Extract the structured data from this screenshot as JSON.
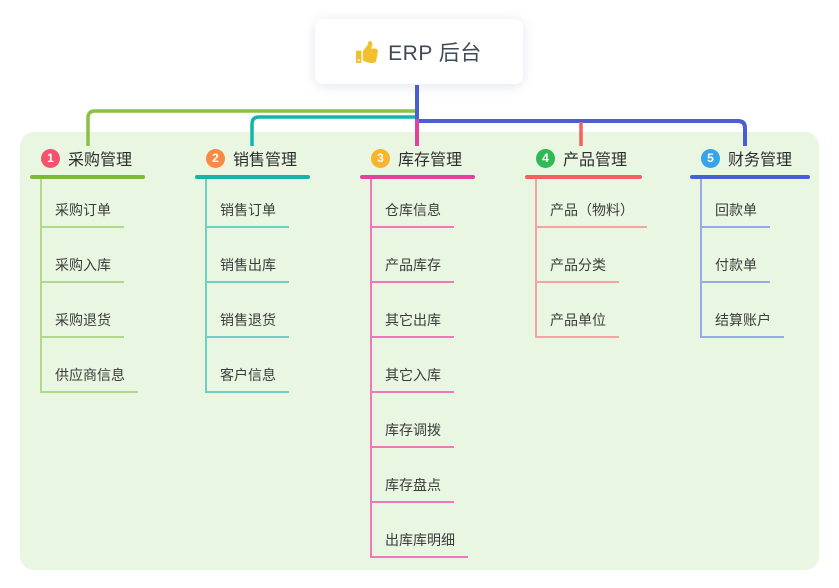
{
  "root": {
    "title": "ERP 后台",
    "icon": "thumbs-up-icon"
  },
  "canvas": {
    "background": "#ffffff",
    "panel_color": "#e9f6e1"
  },
  "colors": {
    "root_connector": "#4a5ed6",
    "root_text": "#3e4a57",
    "thumb_gold": "#f2c02e"
  },
  "branches": [
    {
      "badge": "1",
      "label": "采购管理",
      "badge_color": "#f4536e",
      "line_color": "#7cb93c",
      "connector_color": "#89c140",
      "sub_line_color": "#b2d98b",
      "items": [
        "采购订单",
        "采购入库",
        "采购退货",
        "供应商信息"
      ]
    },
    {
      "badge": "2",
      "label": "销售管理",
      "badge_color": "#f78b44",
      "line_color": "#12b5aa",
      "connector_color": "#12b5aa",
      "sub_line_color": "#72cdc5",
      "items": [
        "销售订单",
        "销售出库",
        "销售退货",
        "客户信息"
      ]
    },
    {
      "badge": "3",
      "label": "库存管理",
      "badge_color": "#f7b42c",
      "line_color": "#e0429c",
      "connector_color": "#e0429c",
      "sub_line_color": "#ef77ba",
      "items": [
        "仓库信息",
        "产品库存",
        "其它出库",
        "其它入库",
        "库存调拨",
        "库存盘点",
        "出库库明细"
      ]
    },
    {
      "badge": "4",
      "label": "产品管理",
      "badge_color": "#2fba55",
      "line_color": "#f55f5f",
      "connector_color": "#f55f5f",
      "sub_line_color": "#f8a3a3",
      "items": [
        "产品（物料）",
        "产品分类",
        "产品单位"
      ]
    },
    {
      "badge": "5",
      "label": "财务管理",
      "badge_color": "#35a4e9",
      "line_color": "#4a5ed6",
      "connector_color": "#4a5ed6",
      "sub_line_color": "#98aae4",
      "items": [
        "回款单",
        "付款单",
        "结算账户"
      ]
    }
  ]
}
